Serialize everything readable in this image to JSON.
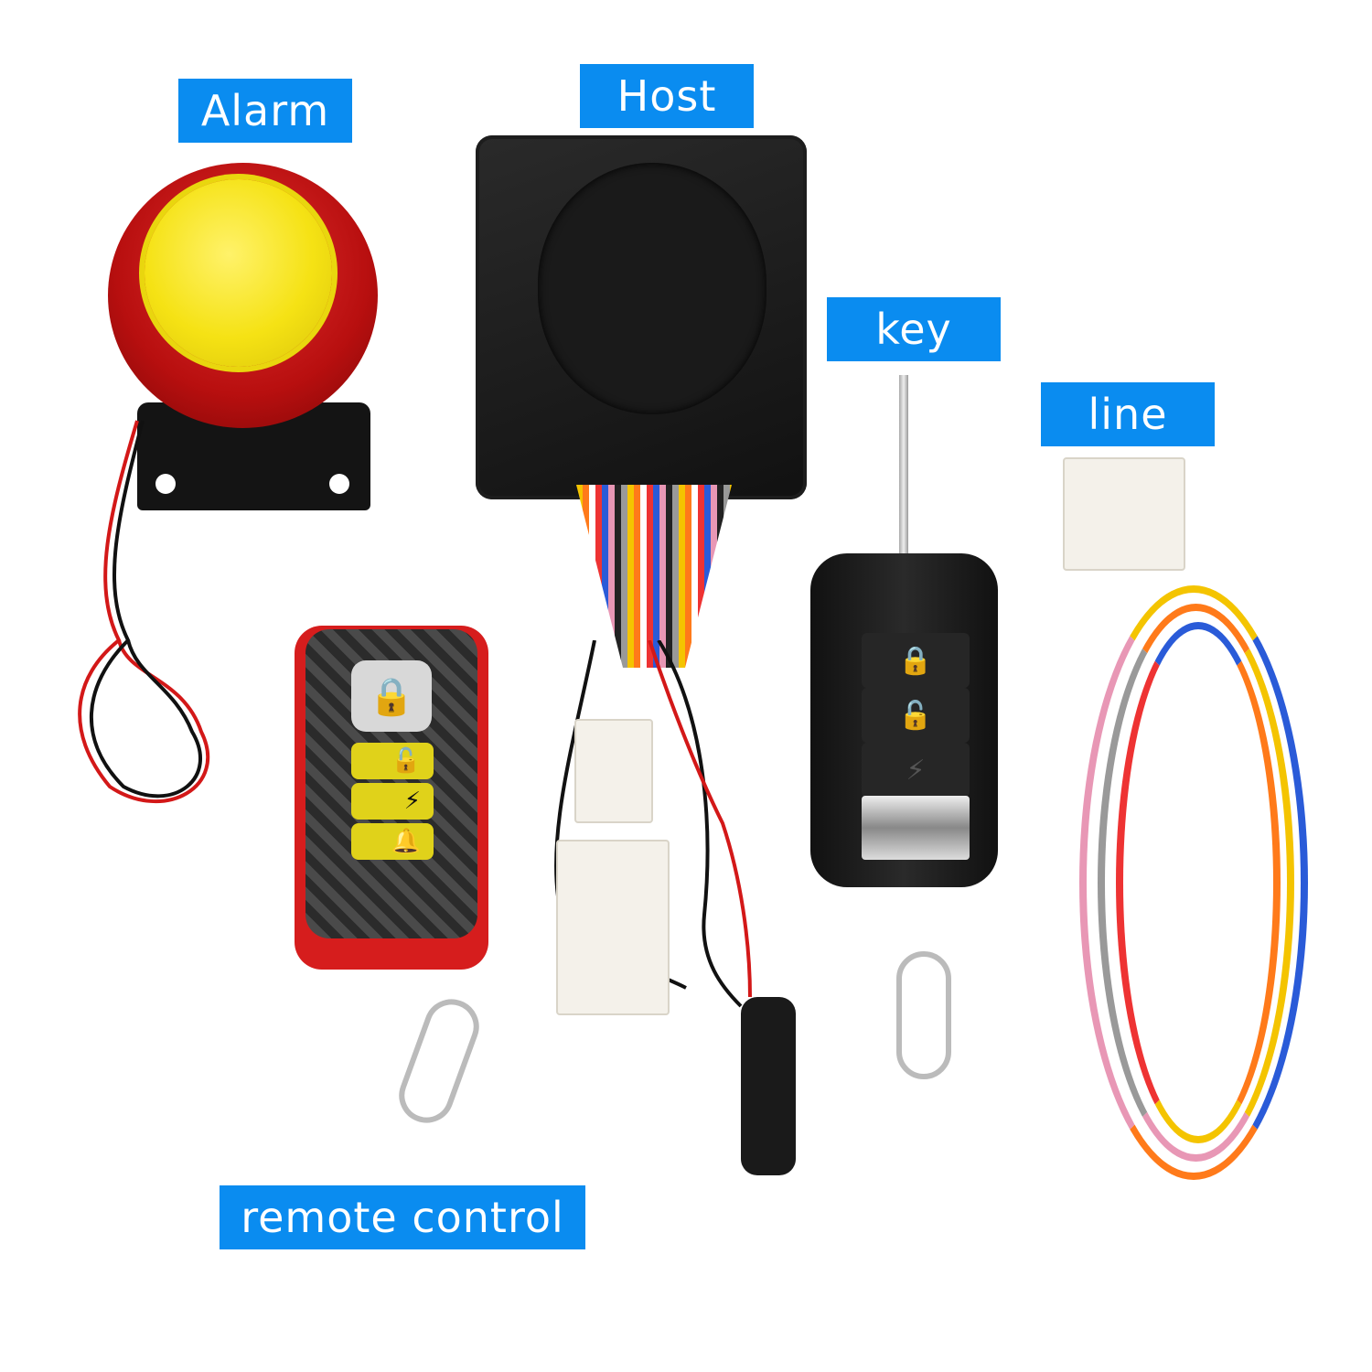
{
  "labels": {
    "alarm": "Alarm",
    "host": "Host",
    "key": "key",
    "line": "line",
    "remote_control": "remote control"
  },
  "colors": {
    "label_bg": "#0a8cf0",
    "label_text": "#ffffff",
    "background": "#ffffff"
  },
  "remote": {
    "buttons": [
      "lock-icon",
      "unlock-icon",
      "lightning-icon",
      "bell-icon"
    ],
    "glyphs": {
      "lock": "🔒",
      "unlock": "🔓",
      "lightning": "⚡",
      "bell": "🔔"
    }
  },
  "key_fob": {
    "buttons": [
      "lock-icon",
      "unlock-icon",
      "lightning-icon"
    ],
    "glyphs": {
      "lock": "🔒",
      "unlock": "🔓",
      "lightning": "⚡"
    }
  }
}
